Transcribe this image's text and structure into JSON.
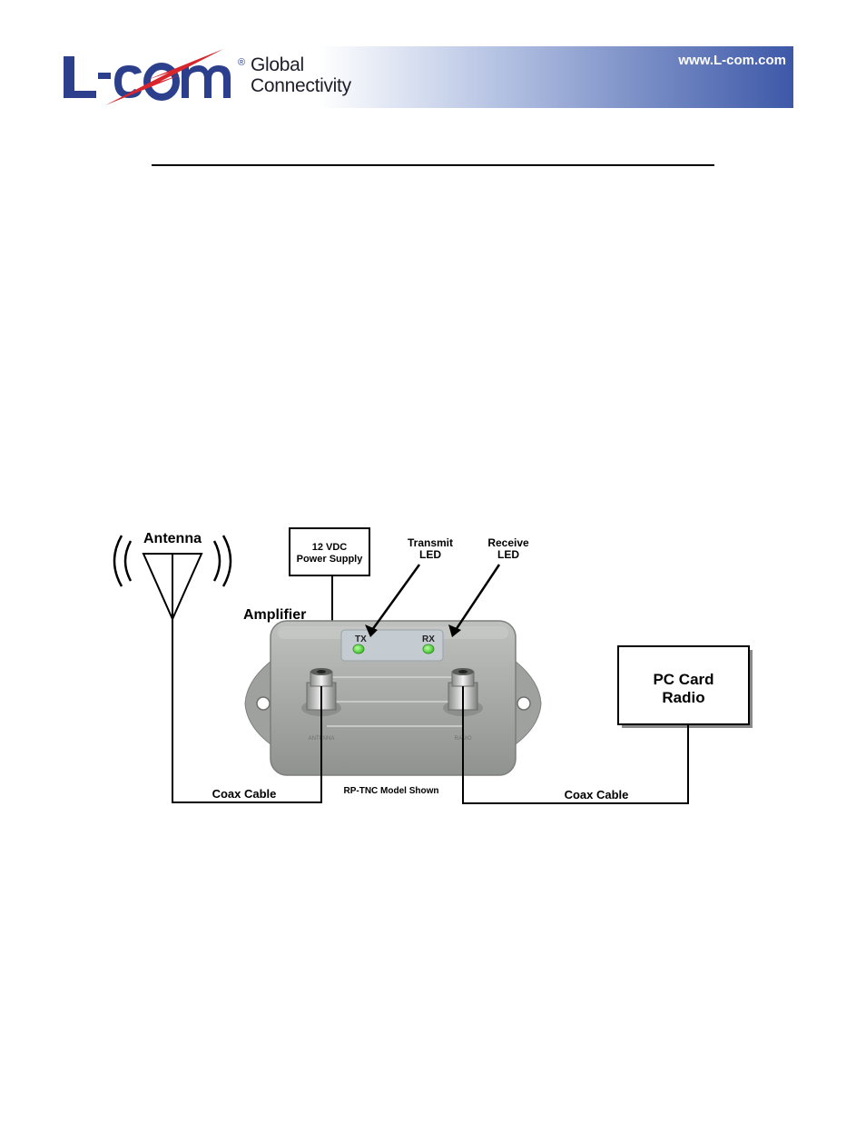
{
  "header": {
    "logo": "L-com",
    "registered_mark": "®",
    "tagline_line1": "Global",
    "tagline_line2": "Connectivity",
    "website": "www.L-com.com"
  },
  "diagram": {
    "antenna_label": "Antenna",
    "power_supply_line1": "12 VDC",
    "power_supply_line2": "Power Supply",
    "transmit_led_line1": "Transmit",
    "transmit_led_line2": "LED",
    "receive_led_line1": "Receive",
    "receive_led_line2": "LED",
    "amplifier_label": "Amplifier",
    "tx_label": "TX",
    "rx_label": "RX",
    "pc_card_line1": "PC Card",
    "pc_card_line2": "Radio",
    "coax_left": "Coax Cable",
    "coax_right": "Coax Cable",
    "model_caption": "RP-TNC Model Shown",
    "port_left": "ANTENNA",
    "port_right": "RADIO"
  },
  "colors": {
    "banner_light": "#ffffff",
    "banner_dark": "#3d58a8",
    "logo_blue": "#2b3f8c",
    "logo_red": "#d8262c",
    "led_green": "#4fd33a",
    "amplifier_gray": "#a5a8a5"
  }
}
